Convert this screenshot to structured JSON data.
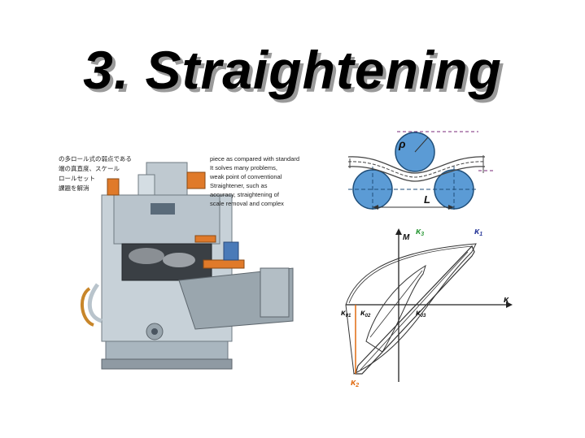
{
  "slide": {
    "title": "3. Straightening"
  },
  "photo_caption": {
    "japanese_lines": [
      "の多ロール式の弱点である",
      "端の真直度、スケール",
      "ロールセット",
      "課題を解消"
    ],
    "english_lines": [
      "piece as compared with standard",
      "It solves many problems,",
      "weak point of conventional",
      "Straightener, such as",
      "accuracy, straightening of",
      "scale removal and complex"
    ]
  },
  "roller_diagram": {
    "rho_label": "ρ",
    "l_label": "L"
  },
  "hysteresis_diagram": {
    "m_label": "M",
    "k_label": "κ",
    "k1_main": "κ",
    "k1_sub": "1",
    "k2_main": "κ",
    "k2_sub": "2",
    "k3_main": "κ",
    "k3_sub": "3",
    "k01_main": "κ",
    "k01_sub": "01",
    "k02_main": "κ",
    "k02_sub": "02",
    "k03_main": "κ",
    "k03_sub": "03",
    "colors": {
      "k1": "#2a3a9a",
      "k2": "#e06a10",
      "k3": "#2e9a3a",
      "k0": "#000000"
    }
  }
}
